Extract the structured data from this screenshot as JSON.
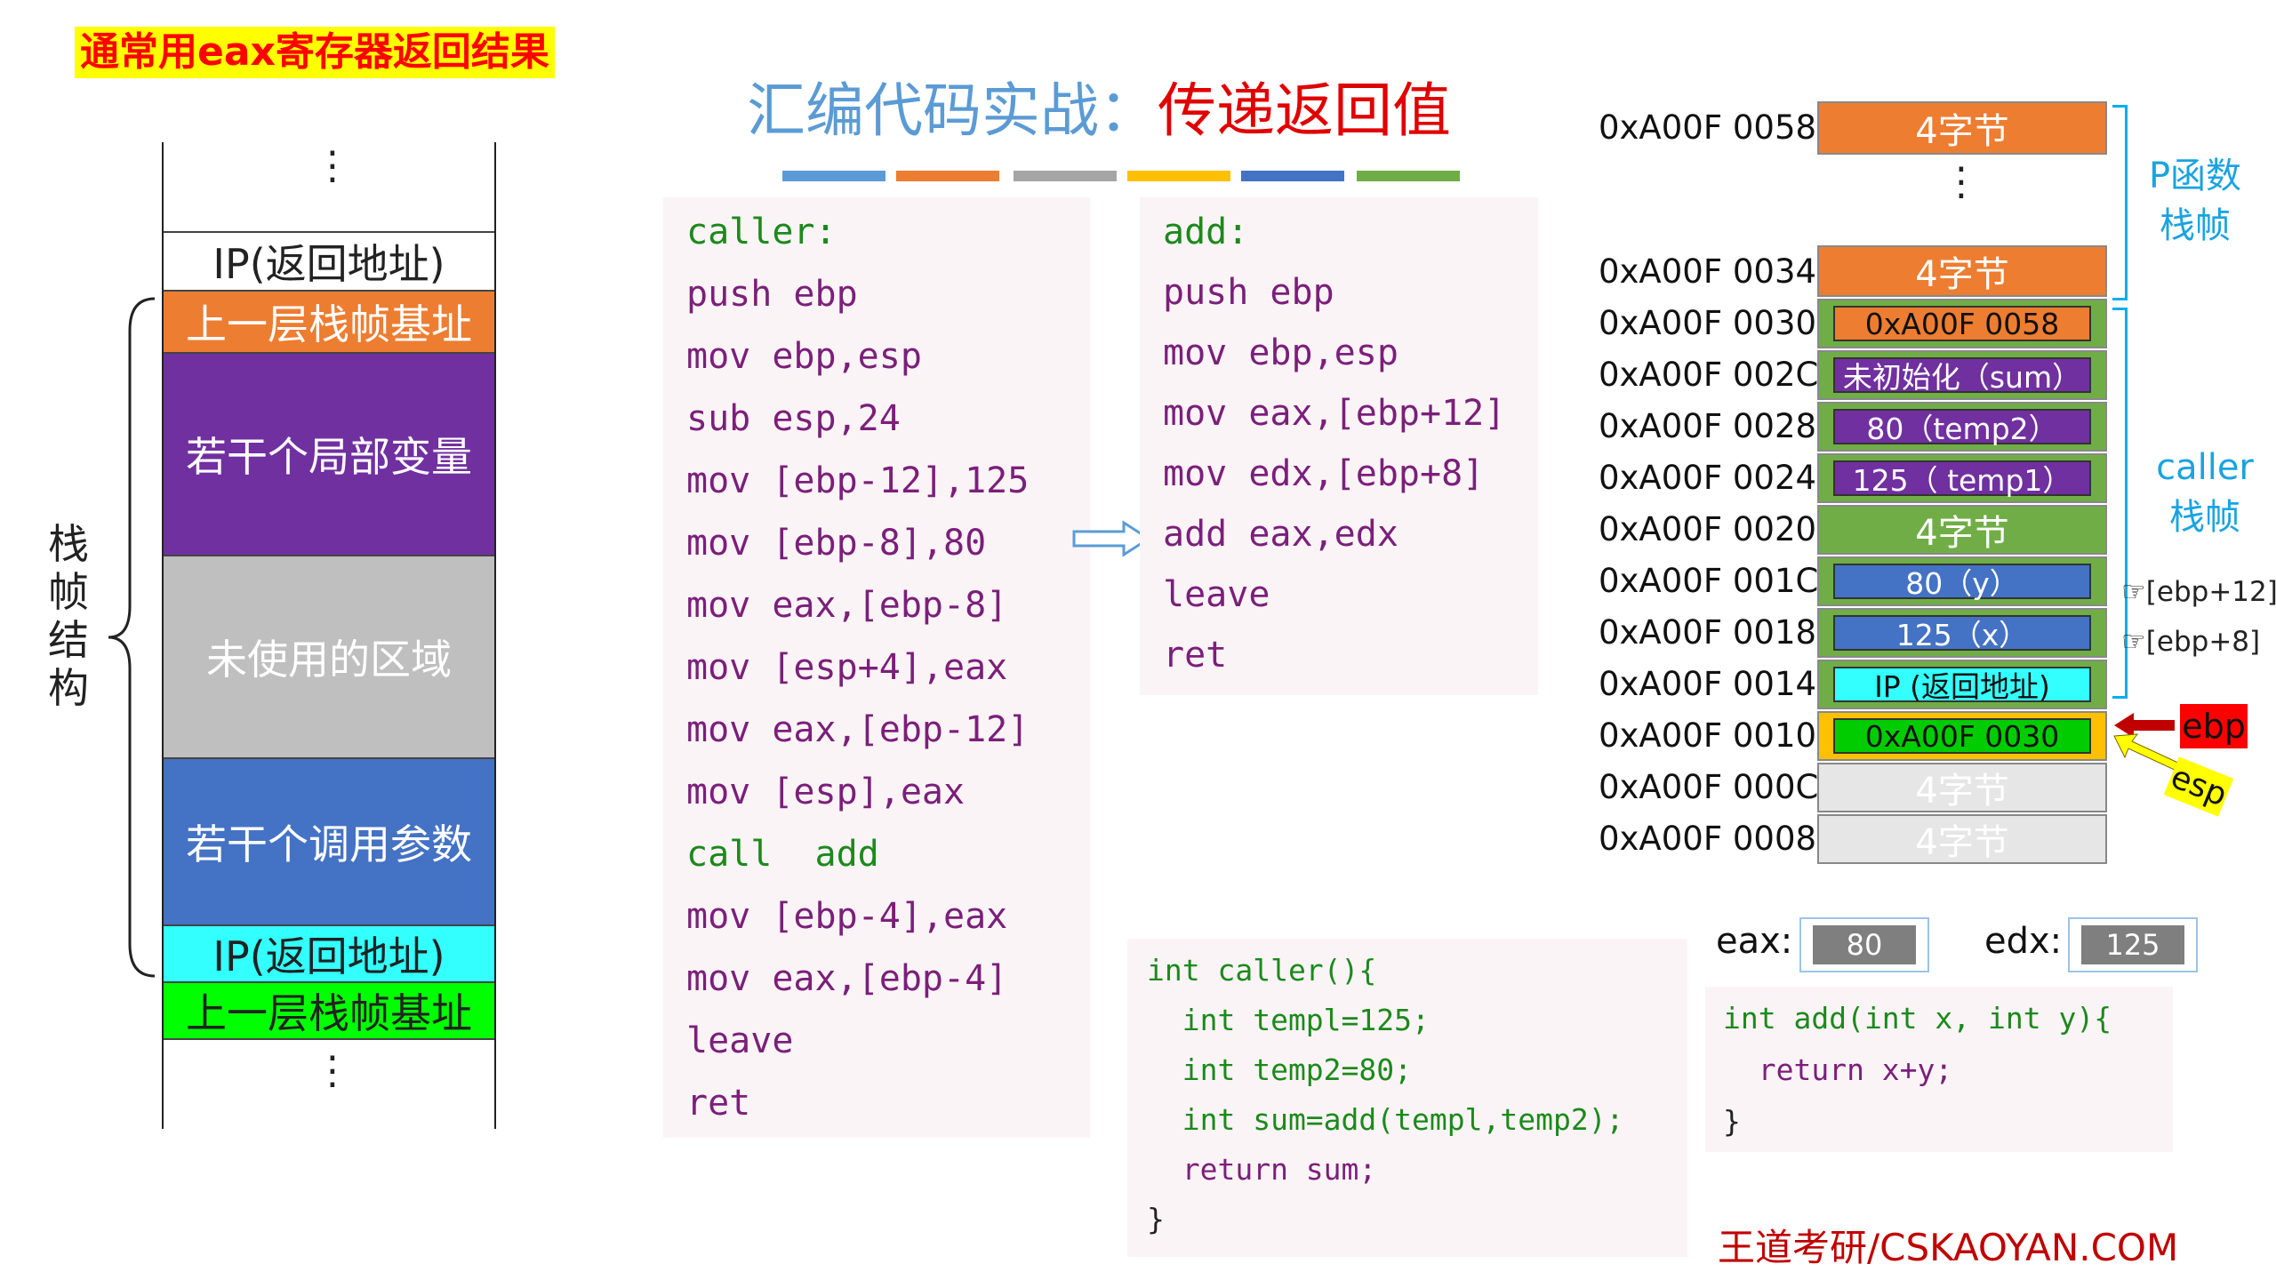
{
  "tag": "通常用eax寄存器返回结果",
  "title": {
    "part1": "汇编代码实战：",
    "part2": "传递返回值"
  },
  "colors": {
    "bars": [
      "#5b9bd5",
      "#ed7d31",
      "#a5a5a5",
      "#ffc000",
      "#4472c4",
      "#70ad47"
    ]
  },
  "stack_frame": {
    "label": "栈帧结构",
    "dots": "⋮",
    "rows": [
      "IP(返回地址)",
      "上一层栈帧基址",
      "若干个局部变量",
      "未使用的区域",
      "若干个调用参数",
      "IP(返回地址)",
      "上一层栈帧基址"
    ]
  },
  "caller_asm": [
    "caller:",
    "push ebp",
    "mov ebp,esp",
    "sub esp,24",
    "mov [ebp-12],125",
    "mov [ebp-8],80",
    "mov eax,[ebp-8]",
    "mov [esp+4],eax",
    "mov eax,[ebp-12]",
    "mov [esp],eax",
    "call  add",
    "mov [ebp-4],eax",
    "mov eax,[ebp-4]",
    "leave",
    "ret"
  ],
  "add_asm": [
    "add:",
    "push ebp",
    "mov ebp,esp",
    "mov eax,[ebp+12]",
    "mov edx,[ebp+8]",
    "add eax,edx",
    "leave",
    "ret"
  ],
  "caller_c": [
    "int caller(){",
    "  int templ=125;",
    "  int temp2=80;",
    "  int sum=add(templ,temp2);",
    "  return sum;",
    "}"
  ],
  "add_c": [
    "int add(int x, int y){",
    "  return x+y;",
    "}"
  ],
  "registers": {
    "eax_label": "eax:",
    "eax_value": "80",
    "edx_label": "edx:",
    "edx_value": "125"
  },
  "memory": {
    "addresses": [
      "0xA00F 0058",
      "0xA00F 0034",
      "0xA00F 0030",
      "0xA00F 002C",
      "0xA00F 0028",
      "0xA00F 0024",
      "0xA00F 0020",
      "0xA00F 001C",
      "0xA00F 0018",
      "0xA00F 0014",
      "0xA00F 0010",
      "0xA00F 000C",
      "0xA00F 0008"
    ],
    "cells": [
      "4字节",
      "4字节",
      "0xA00F 0058",
      "未初始化（sum）",
      "80（temp2）",
      "125（ temp1）",
      "4字节",
      "80（y）",
      "125（x）",
      "IP (返回地址)",
      "0xA00F 0030",
      "4字节",
      "4字节"
    ],
    "p_frame_label": "P函数栈帧",
    "caller_frame_label": "caller栈帧",
    "ptr_ebp12": "[ebp+12]",
    "ptr_ebp8": "[ebp+8]",
    "ebp_label": "ebp",
    "esp_label": "esp"
  },
  "footer": "王道考研/CSKAOYAN.COM"
}
